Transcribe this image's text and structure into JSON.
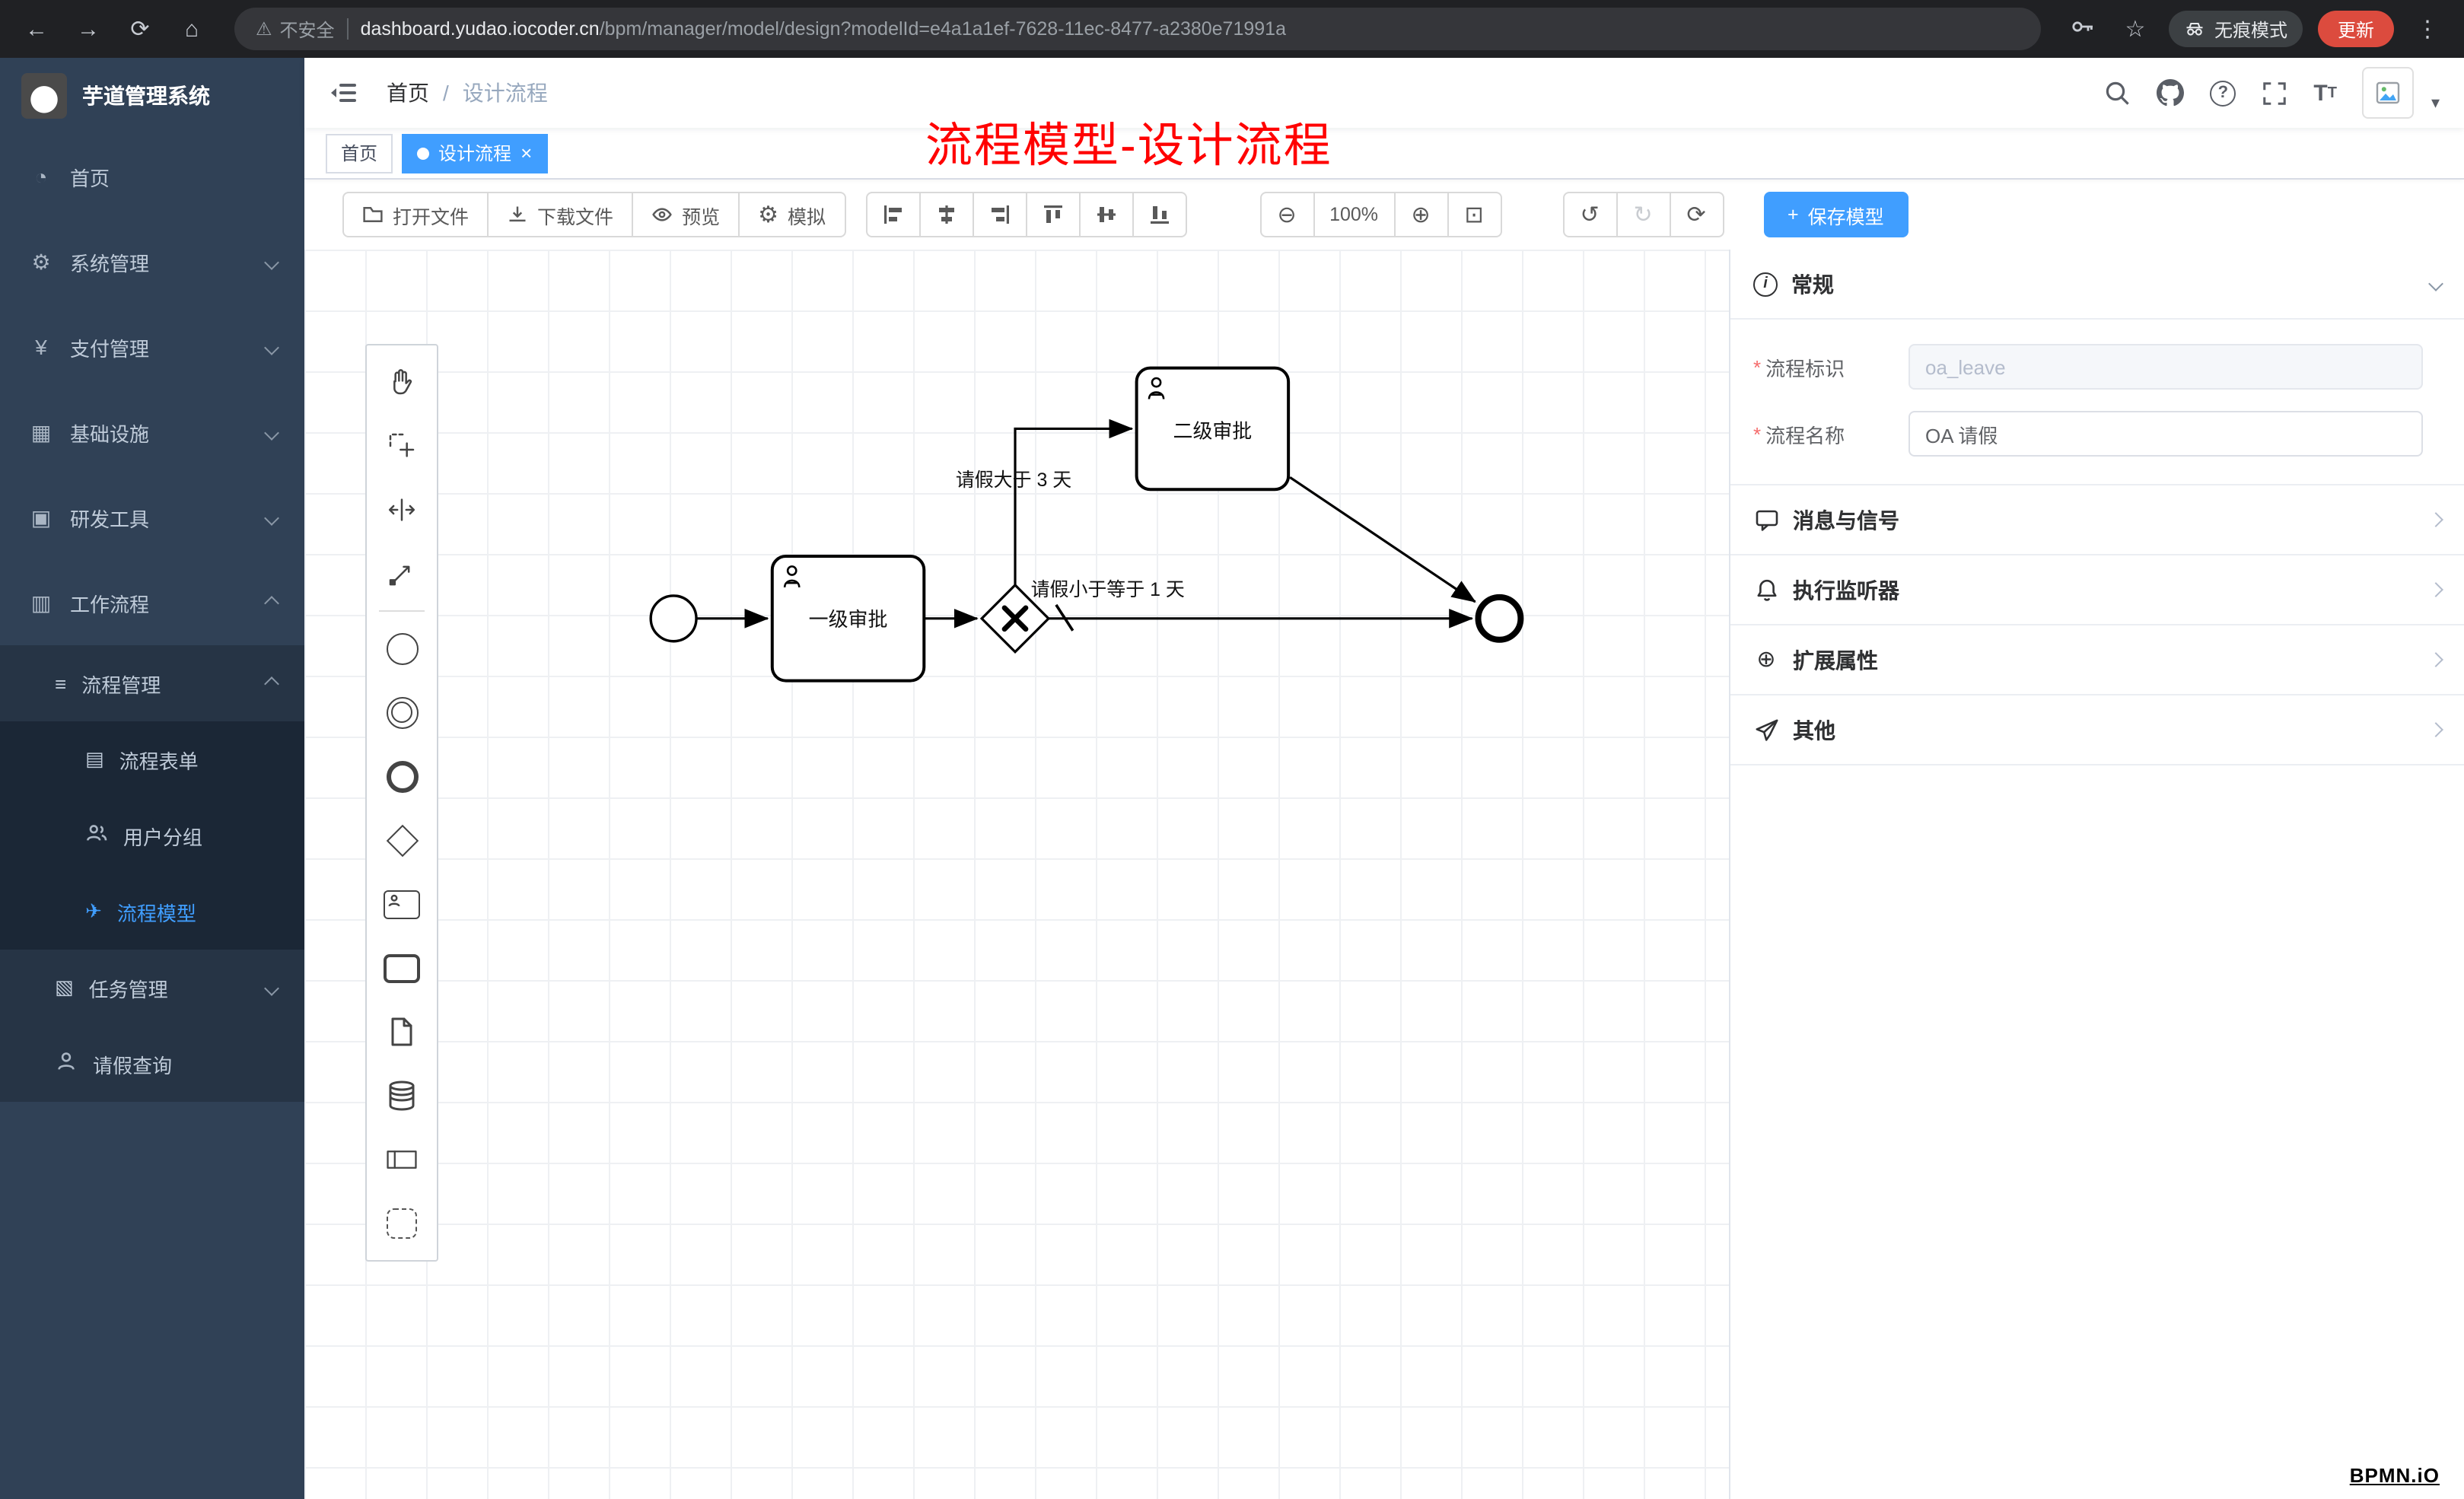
{
  "browser": {
    "warning": "不安全",
    "url_domain": "dashboard.yudao.iocoder.cn",
    "url_path": "/bpm/manager/model/design?modelId=e4a1a1ef-7628-11ec-8477-a2380e71991a",
    "incognito": "无痕模式",
    "update": "更新"
  },
  "icons": {
    "back": "←",
    "forward": "→",
    "reload": "⟳",
    "home": "⌂",
    "warning": "⚠",
    "star": "☆",
    "more": "⋮",
    "close": "×",
    "plus": "+",
    "slash": "/",
    "asterisk": "*",
    "help": "?",
    "zoom_out": "⊖",
    "zoom_in": "⊕",
    "zoom_fit": "⊡",
    "undo": "↺",
    "redo": "↻",
    "restart": "⟳",
    "gear": "⚙",
    "font_large": "T",
    "font_small": "T",
    "expand": "⊕",
    "caret": "▾",
    "menu_home": "◔",
    "menu_system": "⚙",
    "menu_pay": "¥",
    "menu_infra": "▦",
    "menu_dev": "▣",
    "menu_flow": "▥",
    "menu_mgmt": "≡",
    "menu_form": "▤",
    "menu_model": "✈",
    "menu_task": "▧"
  },
  "sidebar": {
    "title": "芋道管理系统",
    "menu": [
      {
        "label": "首页"
      },
      {
        "label": "系统管理"
      },
      {
        "label": "支付管理"
      },
      {
        "label": "基础设施"
      },
      {
        "label": "研发工具"
      },
      {
        "label": "工作流程"
      }
    ],
    "submenu": {
      "mgmt": "流程管理",
      "children": [
        {
          "label": "流程表单"
        },
        {
          "label": "用户分组"
        },
        {
          "label": "流程模型"
        }
      ],
      "task": "任务管理",
      "leave": "请假查询"
    }
  },
  "navbar": {
    "breadcrumb_home": "首页",
    "breadcrumb_current": "设计流程",
    "annotation": "流程模型-设计流程"
  },
  "tags": {
    "home": "首页",
    "active": "设计流程"
  },
  "toolbar": {
    "open": "打开文件",
    "download": "下载文件",
    "preview": "预览",
    "simulate": "模拟",
    "zoom": "100%",
    "save": "保存模型"
  },
  "diagram": {
    "task1": "一级审批",
    "task2": "二级审批",
    "cond_gt": "请假大于 3 天",
    "cond_le": "请假小于等于 1 天",
    "watermark": "BPMN.iO"
  },
  "panel": {
    "general": "常规",
    "field_key_label": "流程标识",
    "field_key_value": "oa_leave",
    "field_name_label": "流程名称",
    "field_name_value": "OA 请假",
    "sections": [
      {
        "label": "消息与信号"
      },
      {
        "label": "执行监听器"
      },
      {
        "label": "扩展属性"
      },
      {
        "label": "其他"
      }
    ]
  }
}
